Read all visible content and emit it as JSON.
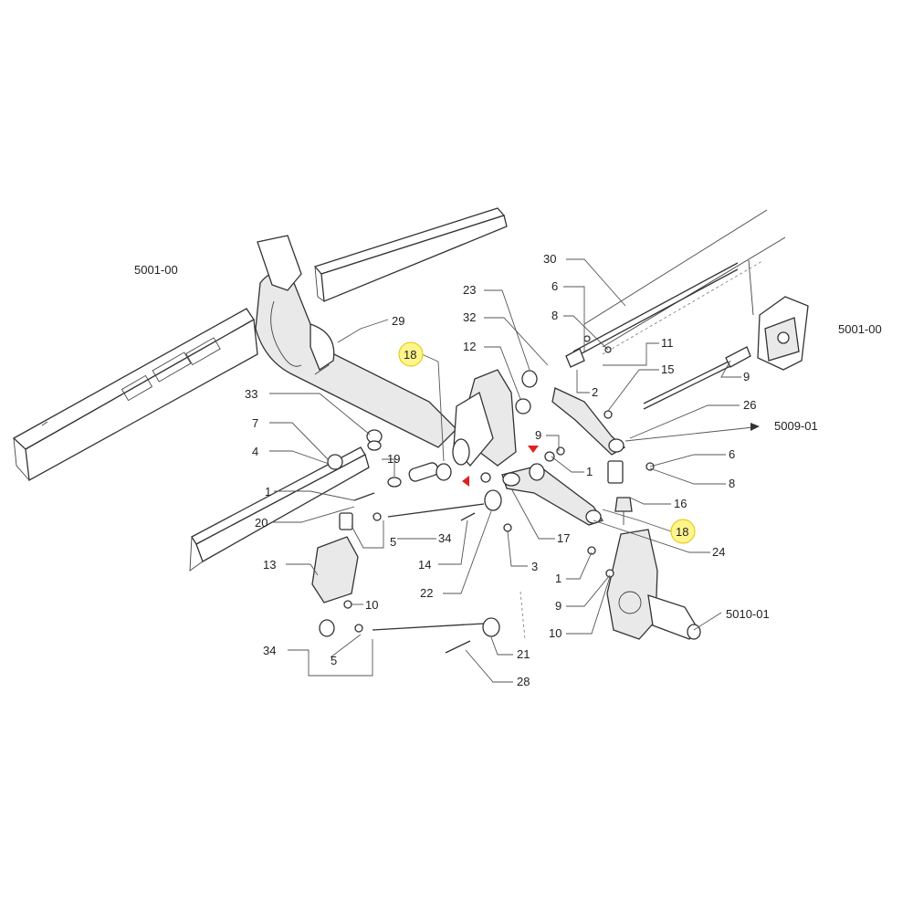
{
  "refs": {
    "frame_left": "5001-00",
    "frame_right": "5001-00",
    "steering": "5009-01",
    "knuckle": "5010-01"
  },
  "callouts": {
    "c1a": "1",
    "c1b": "1",
    "c1c": "1",
    "c2": "2",
    "c3": "3",
    "c4": "4",
    "c5a": "5",
    "c5b": "5",
    "c6a": "6",
    "c6b": "6",
    "c7": "7",
    "c8a": "8",
    "c8b": "8",
    "c9a": "9",
    "c9b": "9",
    "c9c": "9",
    "c10a": "10",
    "c10b": "10",
    "c11": "11",
    "c12": "12",
    "c13": "13",
    "c14": "14",
    "c15": "15",
    "c16": "16",
    "c17": "17",
    "c18a": "18",
    "c18b": "18",
    "c19": "19",
    "c20": "20",
    "c21": "21",
    "c22": "22",
    "c23": "23",
    "c24": "24",
    "c26": "26",
    "c28": "28",
    "c29": "29",
    "c30": "30",
    "c32": "32",
    "c33": "33",
    "c34a": "34",
    "c34b": "34"
  },
  "colors": {
    "highlight": "#fff58a",
    "arrow_red": "#e02020",
    "line": "#333333"
  }
}
